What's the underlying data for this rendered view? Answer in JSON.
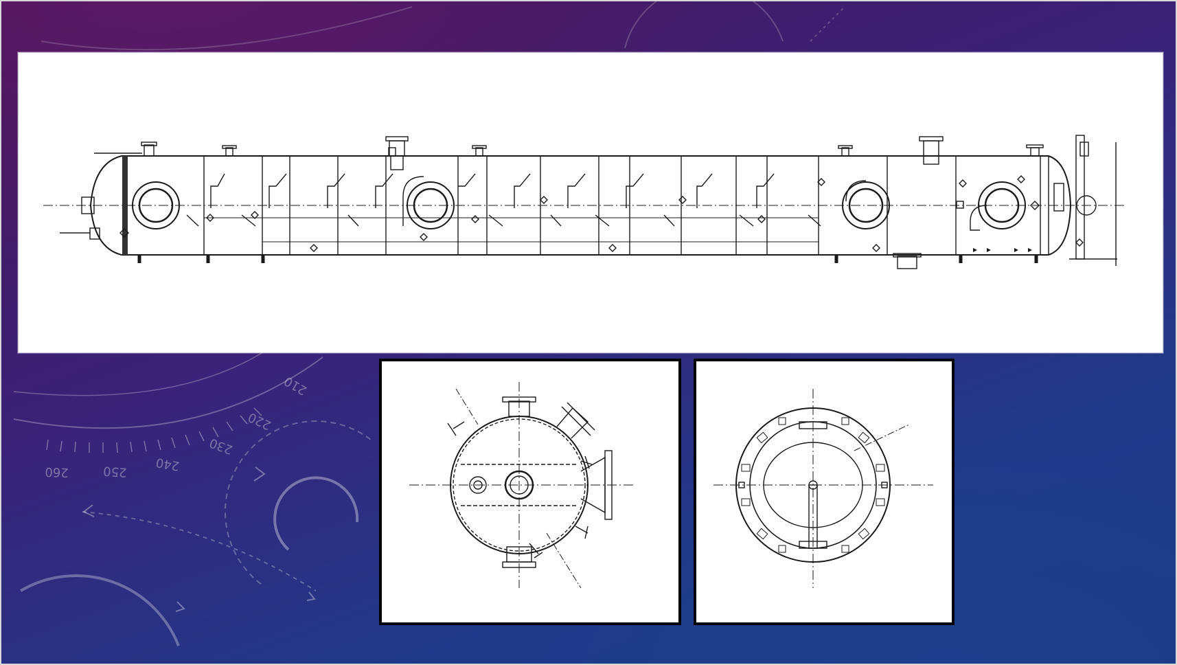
{
  "slide": {
    "background_colors": [
      "#4a1658",
      "#3a2277",
      "#203a8a"
    ],
    "accent": "#ffffff"
  },
  "decor": {
    "dial_ticks": [
      "210",
      "220",
      "230",
      "240",
      "250",
      "260"
    ]
  },
  "drawings": [
    {
      "name": "vessel-elevation",
      "line_color": "#1a1a1a"
    },
    {
      "name": "vessel-cross-section",
      "line_color": "#1a1a1a"
    },
    {
      "name": "flange-ring-view",
      "line_color": "#1a1a1a"
    }
  ]
}
